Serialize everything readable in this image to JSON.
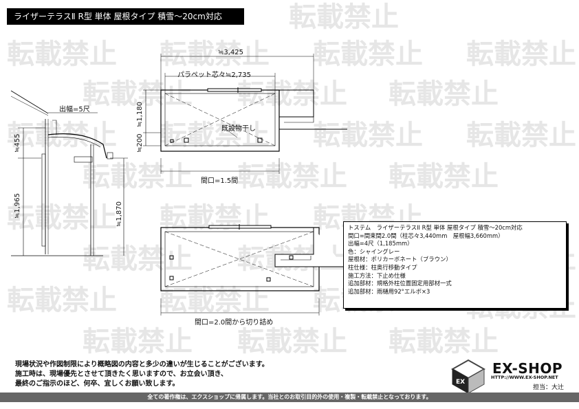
{
  "title": "ライザーテラスⅡ R型 単体 屋根タイプ 積雪～20cm対応",
  "watermark_text": "転載禁止",
  "dimensions": {
    "top_width": "≒3,425",
    "parapet": "パラペット芯々≒2,735",
    "depth_top": "≒1,180",
    "offset_200": "≒200",
    "existing": "既設物干し",
    "frontage_15": "間口=1.5間",
    "projection": "出幅=5尺",
    "height_455": "≒455",
    "height_1965": "≒1,965",
    "height_1870": "≒1,870",
    "frontage_20": "間口=2.0間から切り詰め"
  },
  "spec": {
    "lines": [
      "トステム　ライザーテラスII R型 単体 屋根タイプ 積雪～20cm対応",
      "間口=間束間2.0間（柱芯々3,440mm　屋根幅3,660mm）",
      "出幅=4尺（1,185mm）",
      "色：シャイングレー",
      "屋根材：ポリカーボネート（ブラウン）",
      "柱仕様：柱奥行移動タイプ",
      "施工方法：下止め仕様",
      "追加部材：規格外柱位置固定用部材一式",
      "追加部材：雨樋用92°エルボ×3"
    ]
  },
  "notice": {
    "line1": "現場状況や作図制限により概略図の内容と多少の違いが生じることがございます。",
    "line2": "施工時は、現場優先とさせて頂きたく思いますので、お立会い頂き、",
    "line3": "最終のご指示のほど、何卒、宜しくお願い致します。"
  },
  "logo": {
    "name": "EX-SHOP",
    "url": "HTTP://WWW.EX-SHOP.NET",
    "staff": "担当：大辻"
  },
  "footer": "全ての著作権は、エクスショップに帰属します。当社とのお取引目的外の使用・複製・転載禁止となっております。"
}
